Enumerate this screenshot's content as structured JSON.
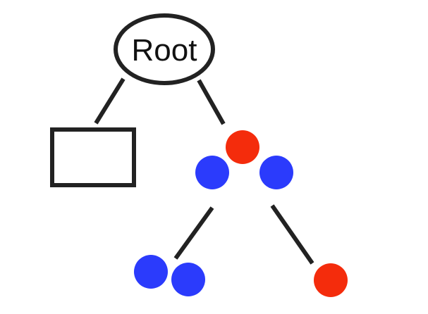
{
  "root": {
    "label": "Root"
  },
  "colors": {
    "line": "#222222",
    "red_node": "#f42c0c",
    "blue_node": "#2b3bfc",
    "background": "#ffffff"
  },
  "tree": {
    "root_children": [
      "empty-box-node",
      "red-node-level-1"
    ],
    "red_node_level_1_children": [
      "blue-node-left",
      "blue-node-right"
    ],
    "blue_node_left_children": [
      "blue-node-bottom-left",
      "blue-node-bottom-middle"
    ],
    "blue_node_right_children": [
      "red-node-bottom-right"
    ]
  }
}
